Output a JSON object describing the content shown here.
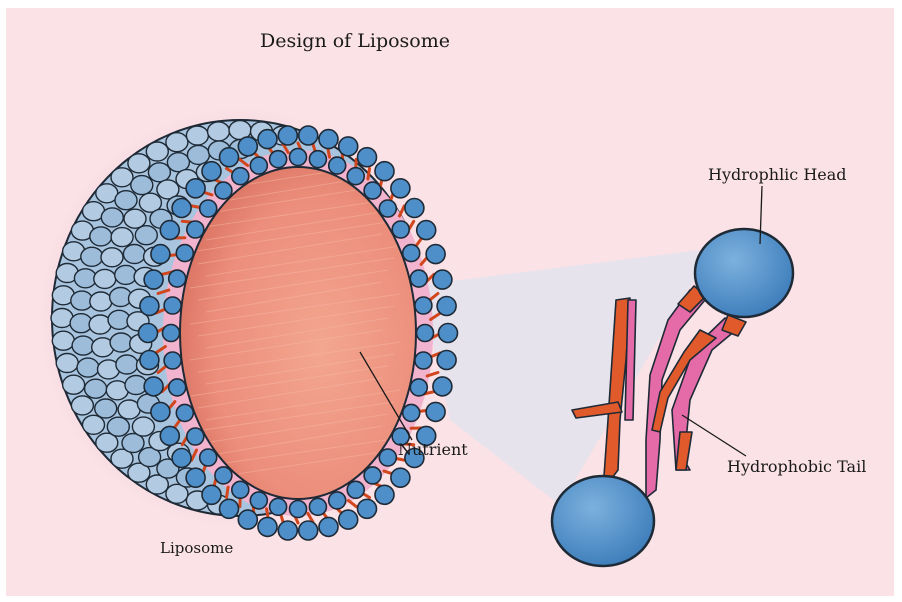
{
  "title": "Design of Liposome",
  "labels": {
    "liposome": "Liposome",
    "nutrient": "Nutrient",
    "hydrophilic_head": "Hydrophlic Head",
    "hydrophobic_tail": "Hydrophobic Tail"
  },
  "colors": {
    "background": "#fae2e6",
    "head_fill": "#4f8fc9",
    "outer_head_fill": "#8fb4d6",
    "tail_orange": "#e0582a",
    "tail_pink": "#e46aa8",
    "core": "#ee9a86",
    "outline": "#1e2a36"
  }
}
